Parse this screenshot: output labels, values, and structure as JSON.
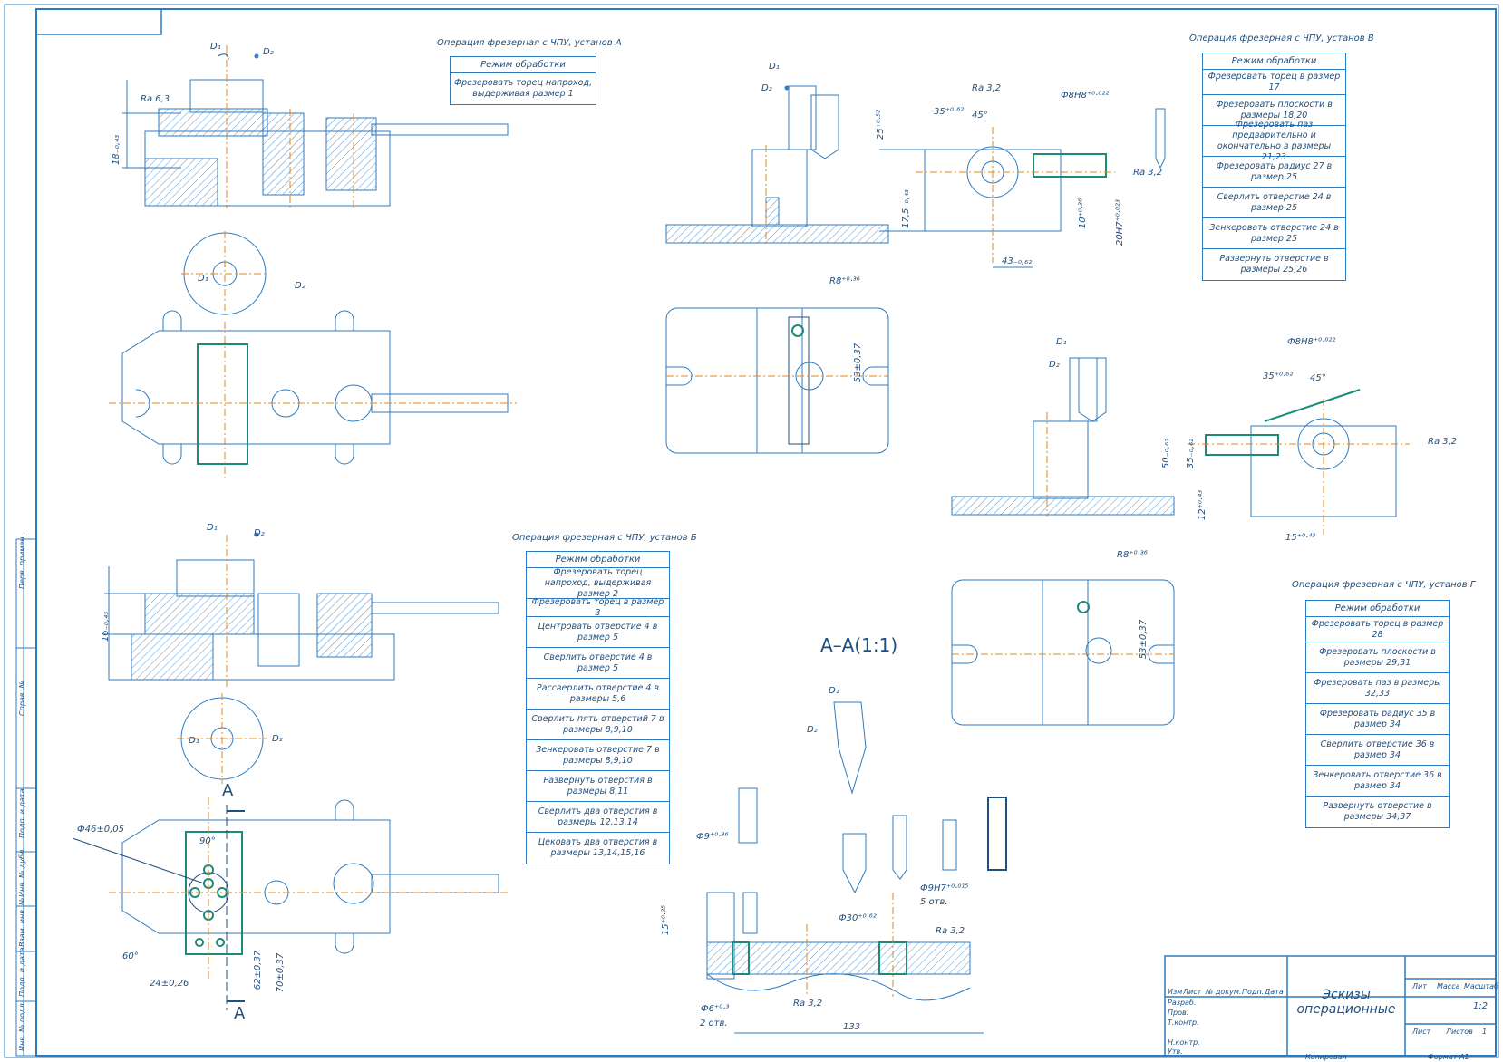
{
  "operations": {
    "A": {
      "title": "Операция фрезерная с ЧПУ, установ А",
      "header": "Режим обработки",
      "rows": [
        "Фрезеровать торец напроход, выдерживая размер 1"
      ]
    },
    "B_cyr": {
      "title": "Операция фрезерная с ЧПУ, установ Б",
      "header": "Режим обработки",
      "rows": [
        "Фрезеровать торец напроход, выдерживая размер 2",
        "Фрезеровать торец в размер 3",
        "Центровать отверстие 4 в размер 5",
        "Сверлить отверстие 4 в размер 5",
        "Рассверлить отверстие 4 в размеры 5,6",
        "Сверлить пять отверстий 7 в размеры 8,9,10",
        "Зенкеровать отверстие 7 в размеры 8,9,10",
        "Развернуть отверстия в размеры 8,11",
        "Сверлить два отверстия в размеры 12,13,14",
        "Цековать два отверстия в размеры 13,14,15,16"
      ]
    },
    "V": {
      "title": "Операция фрезерная с ЧПУ, установ В",
      "header": "Режим обработки",
      "rows": [
        "Фрезеровать торец в размер 17",
        "Фрезеровать плоскости в размеры 18,20",
        "Фрезеровать паз предварительно и окончательно в размеры 21,23",
        "Фрезеровать радиус 27 в размер 25",
        "Сверлить отверстие 24 в размер 25",
        "Зенкеровать отверстие 24 в размер 25",
        "Развернуть отверстие в размеры 25,26"
      ]
    },
    "G": {
      "title": "Операция фрезерная с ЧПУ, установ Г",
      "header": "Режим обработки",
      "rows": [
        "Фрезеровать торец в размер 28",
        "Фрезеровать плоскости в размеры 29,31",
        "Фрезеровать паз в размеры 32,33",
        "Фрезеровать радиус 35 в размер 34",
        "Сверлить отверстие 36 в размер 34",
        "Зенкеровать отверстие 36 в размер 34",
        "Развернуть отверстие в размеры 34,37"
      ]
    }
  },
  "section_label": "А–А(1:1)",
  "cut_marker": "А",
  "dims": {
    "ra63": "Ra 6,3",
    "ra32": "Ra 3,2",
    "d18": "18₋₀,₄₃",
    "d16": "16₋₀,₄₃",
    "d46": "Ф46±0,05",
    "a90": "90°",
    "a60": "60°",
    "d24": "24±0,26",
    "d62": "62±0,37",
    "d70": "70±0,37",
    "d9": "Ф9⁺⁰·³⁶",
    "d6": "Ф6⁺⁰·³",
    "d2otv": "2 отв.",
    "d15": "15⁺⁰·²⁵",
    "d30": "Ф30⁺⁰·⁶²",
    "d9h7": "Ф9Н7⁺⁰·⁰¹⁵",
    "d5otv": "5 отв.",
    "d133": "133",
    "r8": "R8⁺⁰·³⁶",
    "d53": "53±0,37",
    "d8h8": "Ф8Н8⁺⁰·⁰²²",
    "d35": "35⁺⁰·⁶²",
    "a45": "45°",
    "d25": "25⁺⁰·⁵²",
    "d175": "17,5₋₀,₄₃",
    "d10": "10⁺⁰·³⁶",
    "d20h7": "20Н7⁺⁰·⁰²³",
    "d43": "43₋₀,₆₂",
    "d50": "50₋₀,₆₂",
    "d35b": "35₋₀,₆₂",
    "d12": "12⁺⁰·⁴³",
    "d15b": "15⁺⁰·⁴³",
    "D1": "D₁",
    "D2": "D₂"
  },
  "title_block": {
    "name_line1": "Эскизы",
    "name_line2": "операционные",
    "lit_label": "Лит",
    "mass_label": "Масса",
    "scale_label": "Масштаб",
    "scale_value": "1:2",
    "sheet_label": "Лист",
    "sheets_label": "Листов",
    "sheets_value": "1",
    "copied": "Копировал",
    "format": "Формат А1",
    "rows": [
      "Изм",
      "Лист",
      "№ докум.",
      "Подп.",
      "Дата",
      "Разраб.",
      "Пров.",
      "Т.контр.",
      "Н.контр.",
      "Утв."
    ]
  },
  "side_stamps": [
    "Перв. примен.",
    "Справ. №",
    "Подп. и дата",
    "Инв. № дубл.",
    "Взам. инв. №",
    "Подп. и дата",
    "Инв. № подл."
  ]
}
